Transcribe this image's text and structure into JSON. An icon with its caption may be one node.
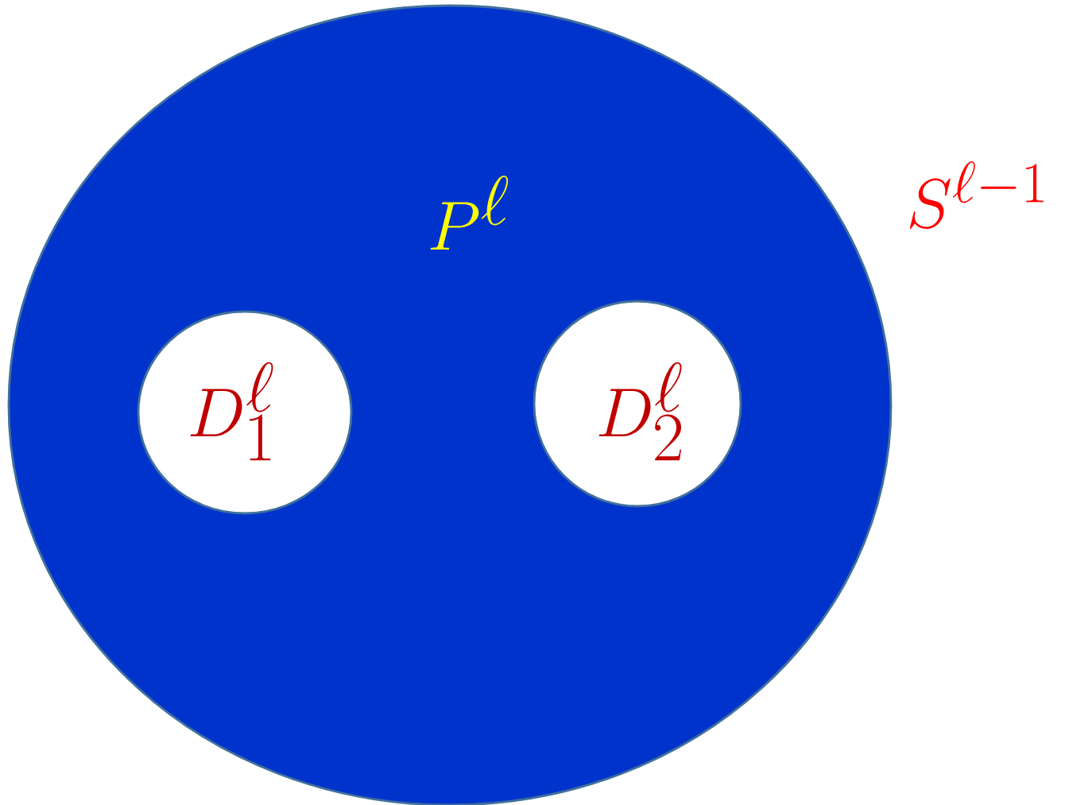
{
  "diagram": {
    "nodes": [
      {
        "text": [
          "P^{\\ell}"
        ]
      },
      {
        "text": [
          "D_1^{\\ell}"
        ],
        "in": 0
      },
      {
        "text": [
          "D_2^{\\ell}"
        ],
        "in": 0
      }
    ],
    "labels": [
      "S^{\\ell-1}"
    ]
  }
}
